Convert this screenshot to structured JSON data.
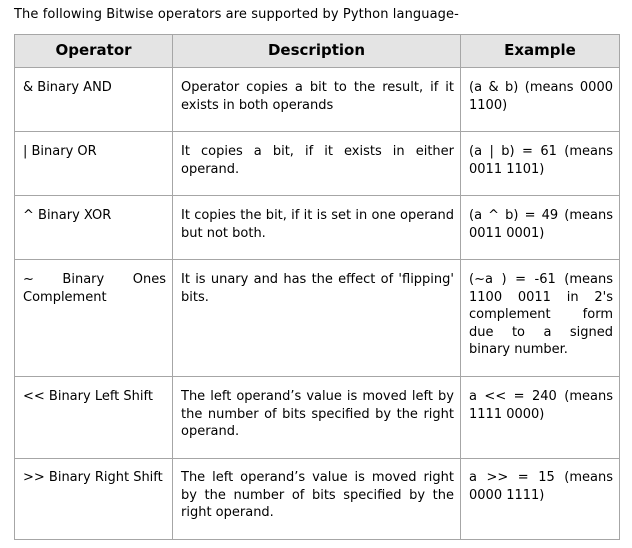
{
  "intro": "The following Bitwise operators are supported by Python language-",
  "table": {
    "headers": [
      "Operator",
      "Description",
      "Example"
    ],
    "rows": [
      {
        "operator": "& Binary AND",
        "description": "Operator copies a bit to the result, if it exists in both operands",
        "example": "(a & b) (means 0000 1100)"
      },
      {
        "operator": "| Binary OR",
        "description": "It copies a bit, if it exists in either operand.",
        "example": "(a | b) = 61 (means 0011 1101)"
      },
      {
        "operator": "^ Binary XOR",
        "description": "It copies the bit, if it is set in one operand but not both.",
        "example": "(a ^ b) = 49 (means 0011 0001)"
      },
      {
        "operator": "~ Binary Ones Complement",
        "description": "It is unary and has the effect of 'flipping' bits.",
        "example": "(~a ) = -61 (means 1100 0011 in 2's complement form due to a signed binary number."
      },
      {
        "operator": "<< Binary Left Shift",
        "description": "The left operand’s value is moved left by the number of bits specified by the right operand.",
        "example": "a << = 240 (means 1111 0000)"
      },
      {
        "operator": ">> Binary Right Shift",
        "description": "The left operand’s value is moved right by the number of bits specified by the right operand.",
        "example": "a >> = 15 (means 0000 1111)"
      }
    ]
  }
}
